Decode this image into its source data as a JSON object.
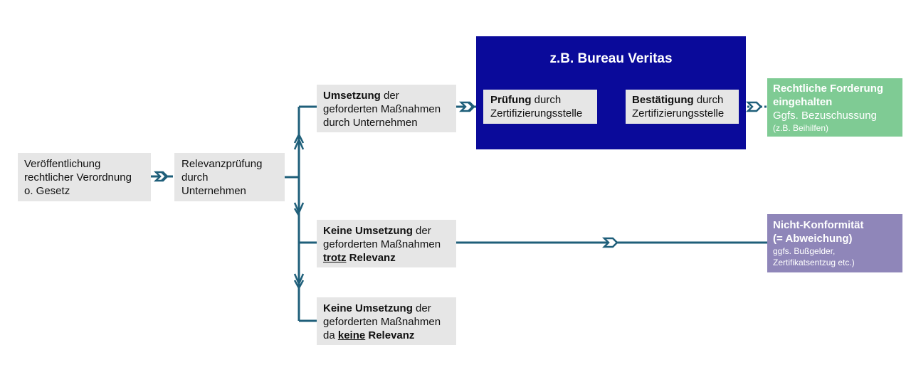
{
  "colors": {
    "connector": "#1f5f7a",
    "provider_panel": "#0a0a9a",
    "box_gray": "#e6e6e6",
    "result_ok": "#7fcb94",
    "result_nonconform": "#8f86b9"
  },
  "start": {
    "line1": "Veröffentlichung",
    "line2": "rechtlicher Verordnung",
    "line3": "o. Gesetz"
  },
  "relevance": {
    "line1": "Relevanzprüfung",
    "line2": "durch",
    "line3": "Unternehmen"
  },
  "implementation": {
    "bold": "Umsetzung",
    "rest1": " der",
    "line2": "geforderten Maßnahmen",
    "line3": "durch Unternehmen"
  },
  "no_impl_relevant": {
    "bold": "Keine Umsetzung",
    "rest1": " der",
    "line2": "geforderten Maßnahmen",
    "underlined": "trotz",
    "rest3": " Relevanz"
  },
  "no_impl_irrelevant": {
    "bold": "Keine Umsetzung",
    "rest1": " der",
    "line2": "geforderten Maßnahmen",
    "prefix3": "da ",
    "underlined": "keine",
    "rest3": " Relevanz"
  },
  "provider": {
    "title": "z.B. Bureau Veritas",
    "audit": {
      "bold": "Prüfung",
      "rest1": " durch",
      "line2": "Zertifizierungsstelle"
    },
    "confirmation": {
      "bold": "Bestätigung",
      "rest1": " durch",
      "line2": "Zertifizierungsstelle"
    }
  },
  "result_ok": {
    "line1": "Rechtliche Forderung",
    "line2": "eingehalten",
    "line3": "Ggfs. Bezuschussung",
    "line4": "(z.B. Beihilfen)"
  },
  "result_nonconform": {
    "line1": "Nicht-Konformität",
    "line2": "(= Abweichung)",
    "line3": "ggfs. Bußgelder,",
    "line4": "Zertifikatsentzug etc.)"
  }
}
